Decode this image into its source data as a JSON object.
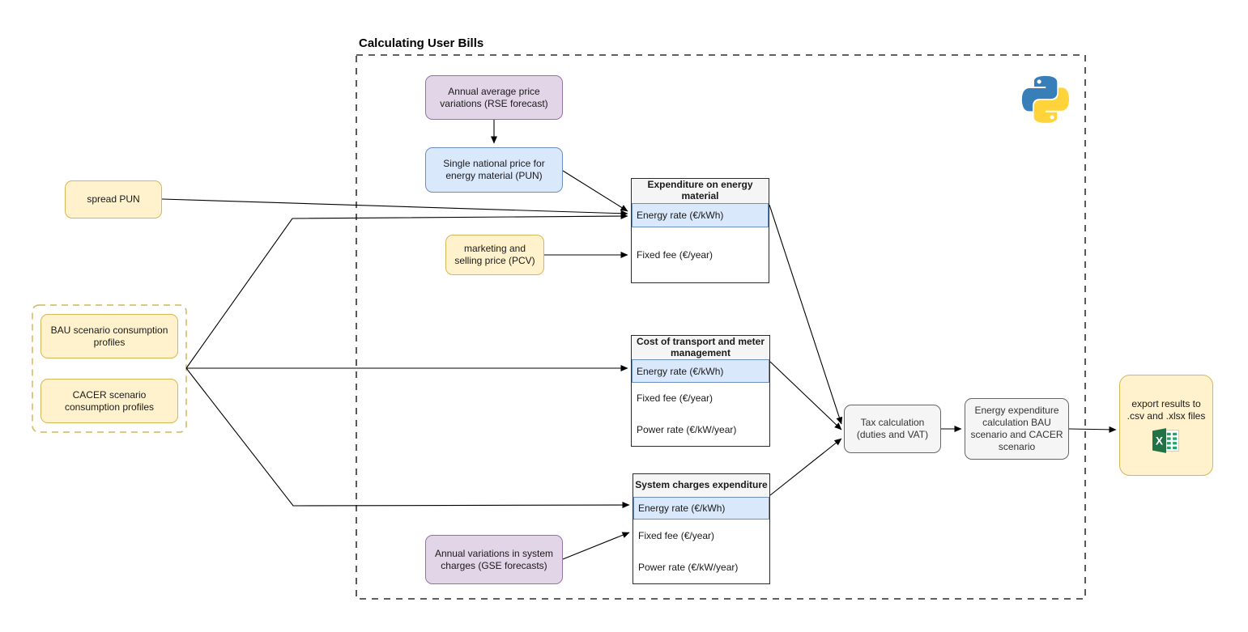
{
  "title": "Calculating User Bills",
  "colors": {
    "yellow_fill": "#FFF2CC",
    "yellow_stroke": "#D6B656",
    "purple_fill": "#E1D5E7",
    "purple_stroke": "#9673A6",
    "blue_fill": "#DAE8FC",
    "blue_stroke": "#6C8EBF",
    "gray_fill": "#F5F5F5",
    "gray_stroke": "#666666",
    "container_dash": "#000000",
    "python_blue": "#387EB8",
    "python_yellow": "#FFD43B",
    "excel_green": "#217346"
  },
  "nodes": {
    "rse_forecast": "Annual average price variations (RSE forecast)",
    "pun": "Single national price for energy material (PUN)",
    "spread_pun": "spread PUN",
    "pcv": "marketing and selling price (PCV)",
    "bau_profiles": "BAU scenario consumption profiles",
    "cacer_profiles": "CACER scenario consumption profiles",
    "gse_forecast": "Annual variations in system charges (GSE forecasts)",
    "tax_calc": "Tax calculation (duties and VAT)",
    "energy_calc": "Energy expenditure calculation BAU scenario and CACER scenario",
    "export": "export results to .csv and .xlsx files"
  },
  "tables": {
    "energy_material": {
      "header": "Expenditure on energy material",
      "rows": [
        "Energy rate (€/kWh)",
        "Fixed fee (€/year)"
      ]
    },
    "transport": {
      "header": "Cost of transport and meter management",
      "rows": [
        "Energy rate (€/kWh)",
        "Fixed fee (€/year)",
        "Power rate (€/kW/year)"
      ]
    },
    "system_charges": {
      "header": "System charges expenditure",
      "rows": [
        "Energy rate (€/kWh)",
        "Fixed fee (€/year)",
        "Power rate (€/kW/year)"
      ]
    }
  },
  "icons": [
    "python-logo",
    "excel-icon"
  ],
  "edges": [
    {
      "from": "rse_forecast",
      "to": "pun"
    },
    {
      "from": "pun",
      "to": "energy_material.energy_rate"
    },
    {
      "from": "spread_pun",
      "to": "energy_material.energy_rate"
    },
    {
      "from": "scenario_profiles",
      "to": "energy_material.energy_rate"
    },
    {
      "from": "scenario_profiles",
      "to": "transport.energy_rate"
    },
    {
      "from": "scenario_profiles",
      "to": "system_charges.energy_rate"
    },
    {
      "from": "pcv",
      "to": "energy_material.fixed_fee"
    },
    {
      "from": "gse_forecast",
      "to": "system_charges.fixed_fee"
    },
    {
      "from": "energy_material",
      "to": "tax_calc"
    },
    {
      "from": "transport",
      "to": "tax_calc"
    },
    {
      "from": "system_charges",
      "to": "tax_calc"
    },
    {
      "from": "tax_calc",
      "to": "energy_calc"
    },
    {
      "from": "energy_calc",
      "to": "export"
    }
  ]
}
